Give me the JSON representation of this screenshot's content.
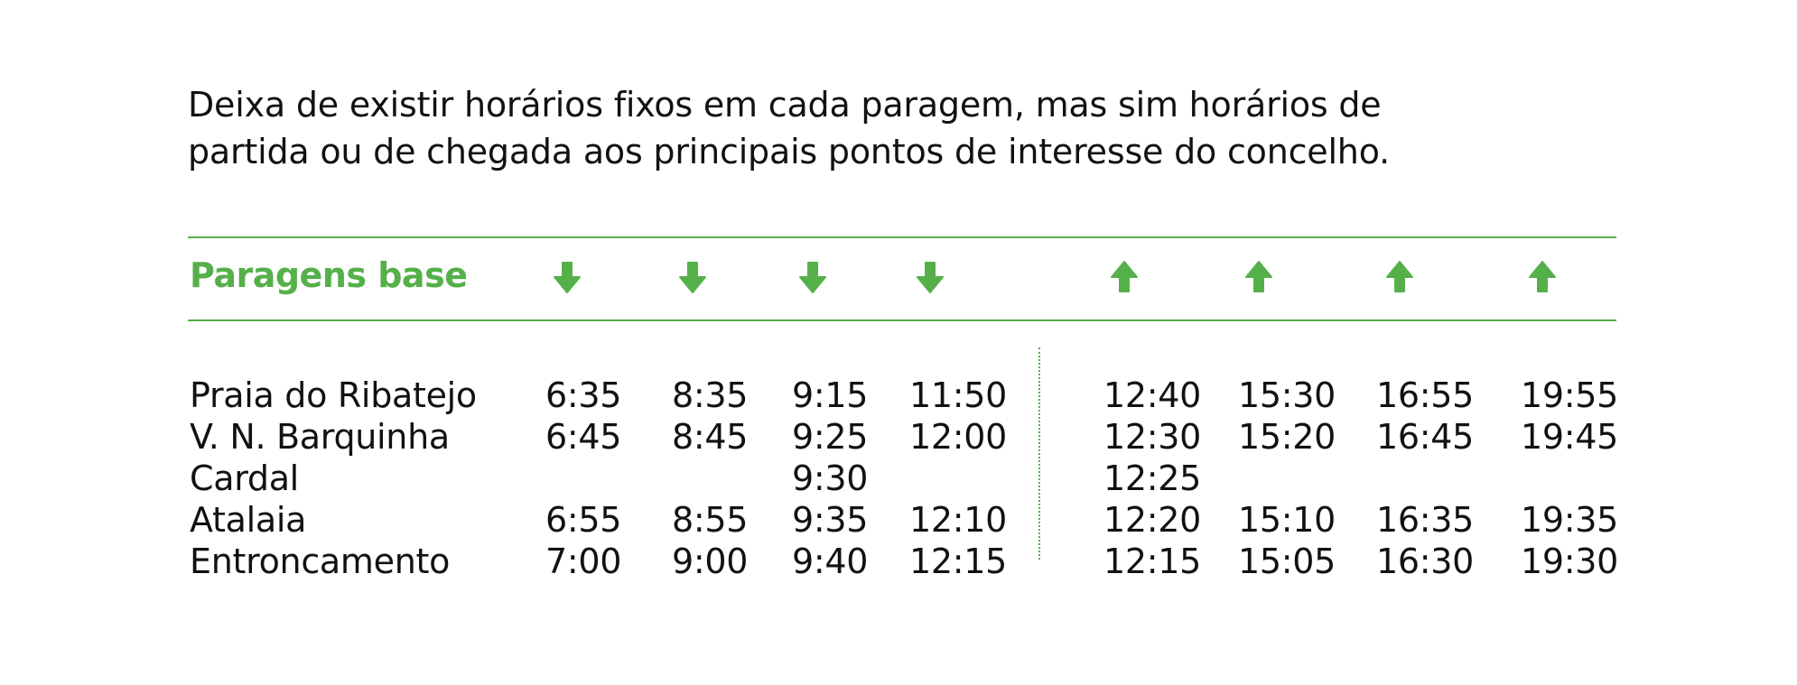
{
  "colors": {
    "accent": "#55b04a",
    "text": "#111111",
    "background": "#ffffff"
  },
  "intro": {
    "line1": "Deixa de existir horários fixos em cada paragem, mas sim horários de",
    "line2": "partida ou de chegada aos principais pontos de interesse do concelho."
  },
  "table": {
    "header_label": "Paragens base",
    "columns": [
      {
        "direction": "down",
        "icon": "arrow-down-icon"
      },
      {
        "direction": "down",
        "icon": "arrow-down-icon"
      },
      {
        "direction": "down",
        "icon": "arrow-down-icon"
      },
      {
        "direction": "down",
        "icon": "arrow-down-icon"
      },
      {
        "direction": "up",
        "icon": "arrow-up-icon"
      },
      {
        "direction": "up",
        "icon": "arrow-up-icon"
      },
      {
        "direction": "up",
        "icon": "arrow-up-icon"
      },
      {
        "direction": "up",
        "icon": "arrow-up-icon"
      }
    ],
    "rows": [
      {
        "stop": "Praia do Ribatejo",
        "times": [
          "6:35",
          "8:35",
          "9:15",
          "11:50",
          "12:40",
          "15:30",
          "16:55",
          "19:55"
        ]
      },
      {
        "stop": "V. N. Barquinha",
        "times": [
          "6:45",
          "8:45",
          "9:25",
          "12:00",
          "12:30",
          "15:20",
          "16:45",
          "19:45"
        ]
      },
      {
        "stop": "Cardal",
        "times": [
          "",
          "",
          "9:30",
          "",
          "12:25",
          "",
          "",
          ""
        ]
      },
      {
        "stop": "Atalaia",
        "times": [
          "6:55",
          "8:55",
          "9:35",
          "12:10",
          "12:20",
          "15:10",
          "16:35",
          "19:35"
        ]
      },
      {
        "stop": "Entroncamento",
        "times": [
          "7:00",
          "9:00",
          "9:40",
          "12:15",
          "12:15",
          "15:05",
          "16:30",
          "19:30"
        ]
      }
    ]
  }
}
